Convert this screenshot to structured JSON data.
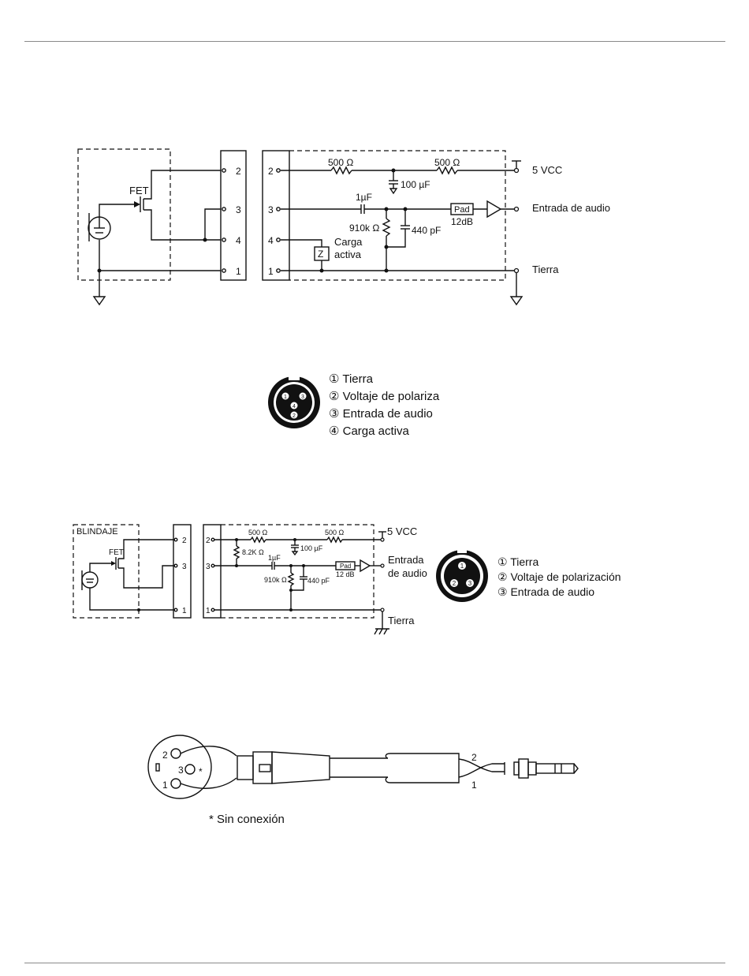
{
  "diagram1": {
    "pins_left": [
      "2",
      "3",
      "4",
      "1"
    ],
    "pins_right": [
      "2",
      "3",
      "4",
      "1"
    ],
    "fet_label": "FET",
    "r1": "500 Ω",
    "r2": "500 Ω",
    "vcc": "5 VCC",
    "c100": "100 µF",
    "c1": "1µF",
    "r910": "910k Ω",
    "c440": "440 pF",
    "pad": "Pad",
    "pad_db": "12dB",
    "audio_in": "Entrada de audio",
    "z": "Z",
    "load_line1": "Carga",
    "load_line2": "activa",
    "ground": "Tierra"
  },
  "connector1": {
    "pins": [
      "1",
      "3",
      "4",
      "2"
    ],
    "legend": [
      "① Tierra",
      "② Voltaje de polariza",
      "③ Entrada de audio",
      "④ Carga activa"
    ]
  },
  "diagram2": {
    "shield": "BLINDAJE",
    "fet_label": "FET",
    "pins_left": [
      "2",
      "3",
      "1"
    ],
    "pins_right": [
      "2",
      "3",
      "1"
    ],
    "r1": "500 Ω",
    "r2": "500 Ω",
    "vcc": "5 VCC",
    "r82": "8.2K Ω",
    "c1": "1µF",
    "c100": "100 µF",
    "r910": "910k Ω",
    "c440": "440 pF",
    "pad": "Pad",
    "pad_db": "12 dB",
    "audio_in_line1": "Entrada",
    "audio_in_line2": "de audio",
    "ground": "Tierra"
  },
  "connector2": {
    "pins": [
      "1",
      "2",
      "3"
    ],
    "legend": [
      "① Tierra",
      "② Voltaje de polarización",
      "③ Entrada de audio"
    ]
  },
  "cable": {
    "xlr_pins": [
      "2",
      "3",
      "1"
    ],
    "asterisk": "*",
    "wire_top": "2",
    "wire_bottom": "1",
    "footnote": "* Sin conexión"
  }
}
